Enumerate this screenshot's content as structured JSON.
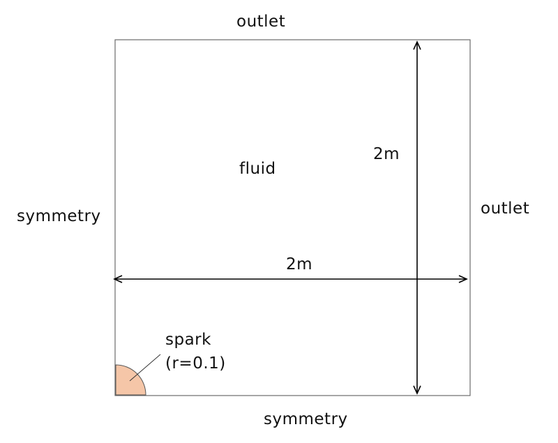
{
  "boundaries": {
    "top": "outlet",
    "right": "outlet",
    "left": "symmetry",
    "bottom": "symmetry"
  },
  "domain_label": "fluid",
  "dimensions": {
    "vertical": "2m",
    "horizontal": "2m"
  },
  "spark": {
    "label": "spark",
    "radius_label": "(r=0.1)"
  },
  "colors": {
    "spark_fill": "#f5c6a8",
    "line": "#6b6b6b",
    "arrow": "#000000"
  }
}
